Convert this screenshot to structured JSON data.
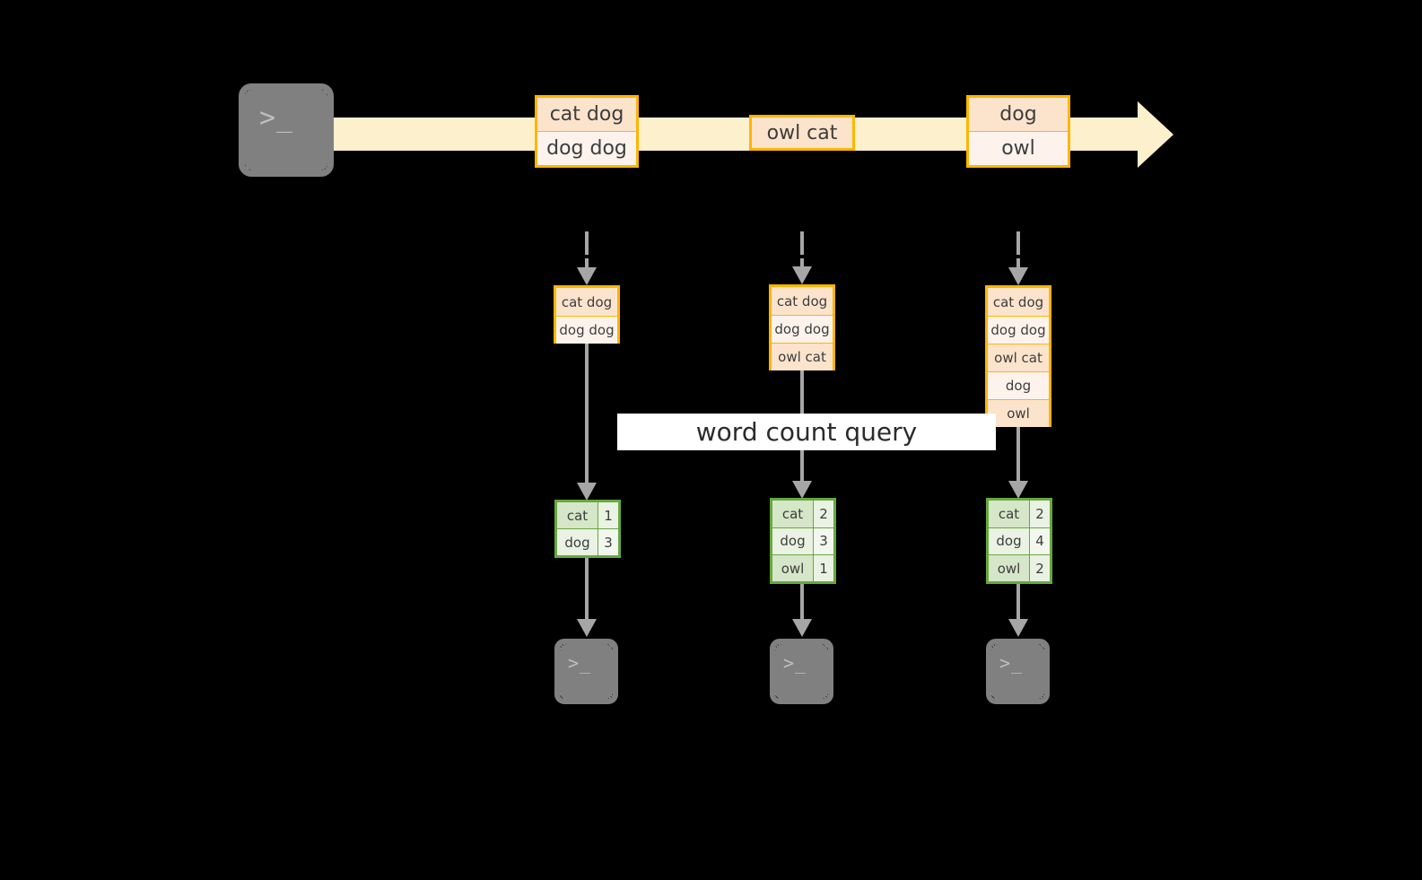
{
  "diagram": {
    "title": "word count streaming query",
    "colors": {
      "background": "#000000",
      "stream_arrow": "#fdf0cd",
      "event_border": "#ffb500",
      "event_fill_dark": "#fce3cc",
      "event_fill_light": "#fdf3ec",
      "result_border": "#67a83e",
      "result_fill_key": "#d6e6c8",
      "result_fill_value": "#eaf2e3",
      "connector": "#a6a6a6",
      "label_band": "#ffffff",
      "terminal": "#808080"
    }
  },
  "source": {
    "icon": "terminal-icon",
    "prompt": ">_"
  },
  "stream": {
    "icon": "right-arrow-icon",
    "batches": [
      {
        "lines": [
          "cat dog",
          "dog dog"
        ]
      },
      {
        "lines": [
          "owl cat"
        ]
      },
      {
        "lines": [
          "dog",
          "owl"
        ]
      }
    ]
  },
  "query": {
    "label": "word count query"
  },
  "columns": [
    {
      "accumulated": {
        "lines": [
          "cat dog",
          "dog dog"
        ]
      },
      "result": {
        "rows": [
          {
            "word": "cat",
            "count": "1"
          },
          {
            "word": "dog",
            "count": "3"
          }
        ]
      },
      "sink": {
        "icon": "terminal-icon",
        "prompt": ">_"
      }
    },
    {
      "accumulated": {
        "lines": [
          "cat dog",
          "dog dog",
          "owl cat"
        ]
      },
      "result": {
        "rows": [
          {
            "word": "cat",
            "count": "2"
          },
          {
            "word": "dog",
            "count": "3"
          },
          {
            "word": "owl",
            "count": "1"
          }
        ]
      },
      "sink": {
        "icon": "terminal-icon",
        "prompt": ">_"
      }
    },
    {
      "accumulated": {
        "lines": [
          "cat dog",
          "dog dog",
          "owl cat",
          "dog",
          "owl"
        ]
      },
      "result": {
        "rows": [
          {
            "word": "cat",
            "count": "2"
          },
          {
            "word": "dog",
            "count": "4"
          },
          {
            "word": "owl",
            "count": "2"
          }
        ]
      },
      "sink": {
        "icon": "terminal-icon",
        "prompt": ">_"
      }
    }
  ]
}
